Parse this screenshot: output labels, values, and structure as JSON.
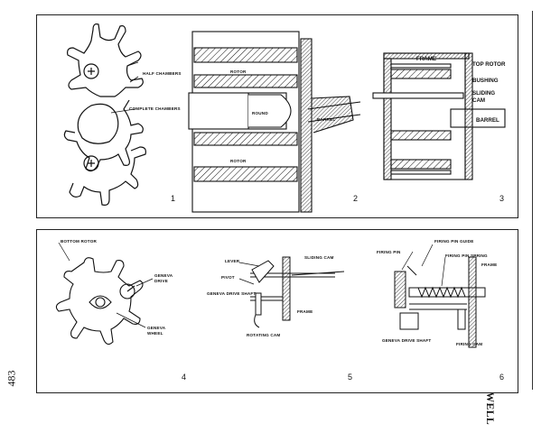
{
  "page_number": "483",
  "brand": "HONEYWELL",
  "fig1": {
    "number": "1",
    "half_chambers": "HALF CHAMBERS",
    "complete_chambers": "COMPLETE CHAMBERS"
  },
  "fig2": {
    "number": "2",
    "rotor_top": "ROTOR",
    "round": "ROUND",
    "rotor_bottom": "ROTOR",
    "barrel": "BARREL"
  },
  "fig3": {
    "number": "3",
    "frame": "FRAME",
    "top_rotor": "TOP ROTOR",
    "bushing": "BUSHING",
    "sliding": "SLIDING",
    "cam": "CAM",
    "barrel": "BARREL"
  },
  "fig4": {
    "number": "4",
    "bottom_rotor": "BOTTOM ROTOR",
    "geneva": "GENEVA",
    "drive": "DRIVE",
    "geneva2": "GENEVA",
    "wheel": "WHEEL"
  },
  "fig5": {
    "number": "5",
    "lever": "LEVER",
    "sliding_cam": "SLIDING CAM",
    "pivot": "PIVOT",
    "geneva_drive_shaft": "GENEVA DRIVE SHAFT",
    "frame": "FRAME",
    "rotating_cam": "ROTATING CAM"
  },
  "fig6": {
    "number": "6",
    "firing_pin": "FIRING PIN",
    "firing_pin_guide": "FIRING PIN GUIDE",
    "firing_pin_spring": "FIRING PIN SPRING",
    "frame": "FRAME",
    "geneva_drive_shaft": "GENEVA DRIVE SHAFT",
    "firing_cam": "FIRING CAM"
  }
}
